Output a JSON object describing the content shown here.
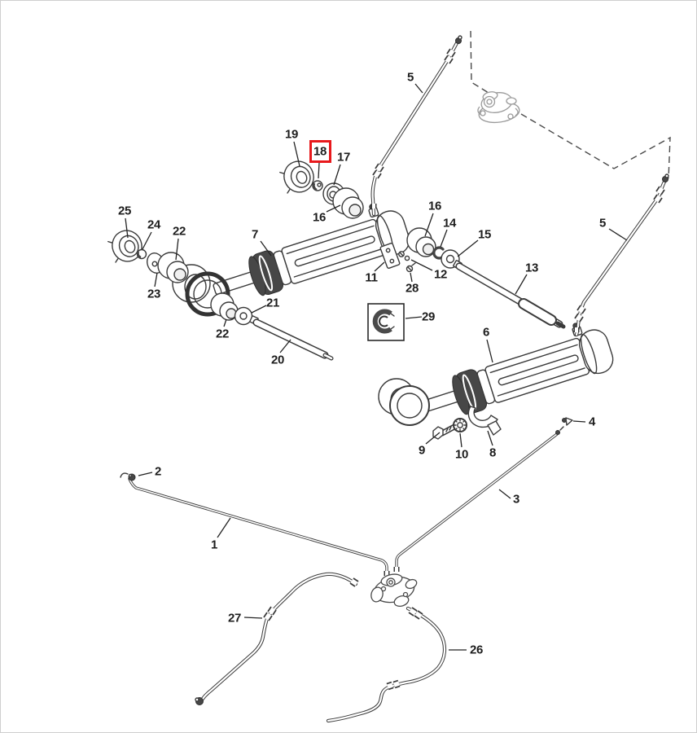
{
  "figure": {
    "kind": "exploded-parts-diagram",
    "highlighted_callout": "18"
  },
  "colors": {
    "background": "#ffffff",
    "line": "#3a3a3a",
    "label": "#1d1d1d",
    "highlight": "#e8191c",
    "border": "#cfcfcf"
  },
  "callouts": {
    "p1": {
      "label": "1"
    },
    "p2": {
      "label": "2"
    },
    "p3": {
      "label": "3"
    },
    "p4": {
      "label": "4"
    },
    "p5a": {
      "label": "5"
    },
    "p5b": {
      "label": "5"
    },
    "p6": {
      "label": "6"
    },
    "p7": {
      "label": "7"
    },
    "p8": {
      "label": "8"
    },
    "p9": {
      "label": "9"
    },
    "p10": {
      "label": "10"
    },
    "p11": {
      "label": "11"
    },
    "p12": {
      "label": "12"
    },
    "p13": {
      "label": "13"
    },
    "p14": {
      "label": "14"
    },
    "p15": {
      "label": "15"
    },
    "p16a": {
      "label": "16"
    },
    "p16b": {
      "label": "16"
    },
    "p17": {
      "label": "17"
    },
    "p18": {
      "label": "18"
    },
    "p19": {
      "label": "19"
    },
    "p20": {
      "label": "20"
    },
    "p21": {
      "label": "21"
    },
    "p22a": {
      "label": "22"
    },
    "p22b": {
      "label": "22"
    },
    "p23": {
      "label": "23"
    },
    "p24": {
      "label": "24"
    },
    "p25": {
      "label": "25"
    },
    "p26": {
      "label": "26"
    },
    "p27": {
      "label": "27"
    },
    "p28": {
      "label": "28"
    },
    "p29": {
      "label": "29"
    }
  }
}
